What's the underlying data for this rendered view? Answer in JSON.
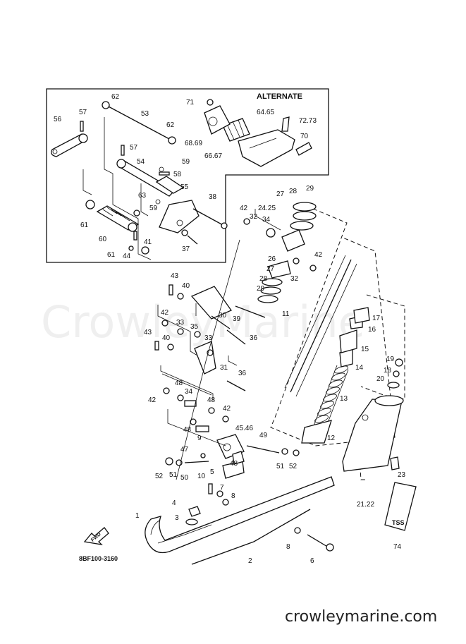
{
  "watermark": "CrowleyMarine",
  "website": "crowleymarine.com",
  "diagram_code": "8BF100-3160",
  "alternate_label": "ALTERNATE",
  "fwd_label": "FWD",
  "tag_label": "TSS",
  "callouts": [
    {
      "text": "62"
    },
    {
      "text": "57"
    },
    {
      "text": "56"
    },
    {
      "text": "53"
    },
    {
      "text": "62"
    },
    {
      "text": "71"
    },
    {
      "text": "64.65"
    },
    {
      "text": "72.73"
    },
    {
      "text": "68.69"
    },
    {
      "text": "66.67"
    },
    {
      "text": "70"
    },
    {
      "text": "57"
    },
    {
      "text": "54"
    },
    {
      "text": "59"
    },
    {
      "text": "58"
    },
    {
      "text": "63"
    },
    {
      "text": "55"
    },
    {
      "text": "61"
    },
    {
      "text": "60"
    },
    {
      "text": "59"
    },
    {
      "text": "38"
    },
    {
      "text": "61"
    },
    {
      "text": "44"
    },
    {
      "text": "41"
    },
    {
      "text": "37"
    },
    {
      "text": "42"
    },
    {
      "text": "32"
    },
    {
      "text": "34"
    },
    {
      "text": "24.25"
    },
    {
      "text": "27"
    },
    {
      "text": "28"
    },
    {
      "text": "29"
    },
    {
      "text": "42"
    },
    {
      "text": "26"
    },
    {
      "text": "27"
    },
    {
      "text": "28"
    },
    {
      "text": "29"
    },
    {
      "text": "32"
    },
    {
      "text": "11"
    },
    {
      "text": "43"
    },
    {
      "text": "40"
    },
    {
      "text": "42"
    },
    {
      "text": "30"
    },
    {
      "text": "39"
    },
    {
      "text": "33"
    },
    {
      "text": "35"
    },
    {
      "text": "36"
    },
    {
      "text": "17"
    },
    {
      "text": "16"
    },
    {
      "text": "43"
    },
    {
      "text": "40"
    },
    {
      "text": "33"
    },
    {
      "text": "15"
    },
    {
      "text": "31"
    },
    {
      "text": "14"
    },
    {
      "text": "36"
    },
    {
      "text": "19"
    },
    {
      "text": "18"
    },
    {
      "text": "20"
    },
    {
      "text": "48"
    },
    {
      "text": "34"
    },
    {
      "text": "13"
    },
    {
      "text": "42"
    },
    {
      "text": "48"
    },
    {
      "text": "42"
    },
    {
      "text": "48"
    },
    {
      "text": "9"
    },
    {
      "text": "45.46"
    },
    {
      "text": "12"
    },
    {
      "text": "49"
    },
    {
      "text": "47"
    },
    {
      "text": "48"
    },
    {
      "text": "52"
    },
    {
      "text": "51"
    },
    {
      "text": "50"
    },
    {
      "text": "5"
    },
    {
      "text": "51"
    },
    {
      "text": "52"
    },
    {
      "text": "23"
    },
    {
      "text": "10"
    },
    {
      "text": "7"
    },
    {
      "text": "8"
    },
    {
      "text": "21.22"
    },
    {
      "text": "4"
    },
    {
      "text": "1"
    },
    {
      "text": "3"
    },
    {
      "text": "8"
    },
    {
      "text": "6"
    },
    {
      "text": "2"
    },
    {
      "text": "74"
    }
  ]
}
